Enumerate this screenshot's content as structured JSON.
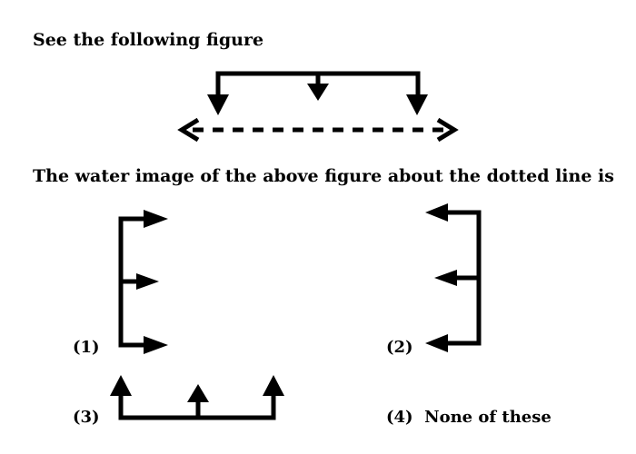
{
  "heading": "See the following figure",
  "question": "The water image of the above figure about the dotted line is",
  "options": [
    {
      "label": "(1)"
    },
    {
      "label": "(2)"
    },
    {
      "label": "(3)"
    },
    {
      "label": "(4)",
      "text": "None of these"
    }
  ]
}
